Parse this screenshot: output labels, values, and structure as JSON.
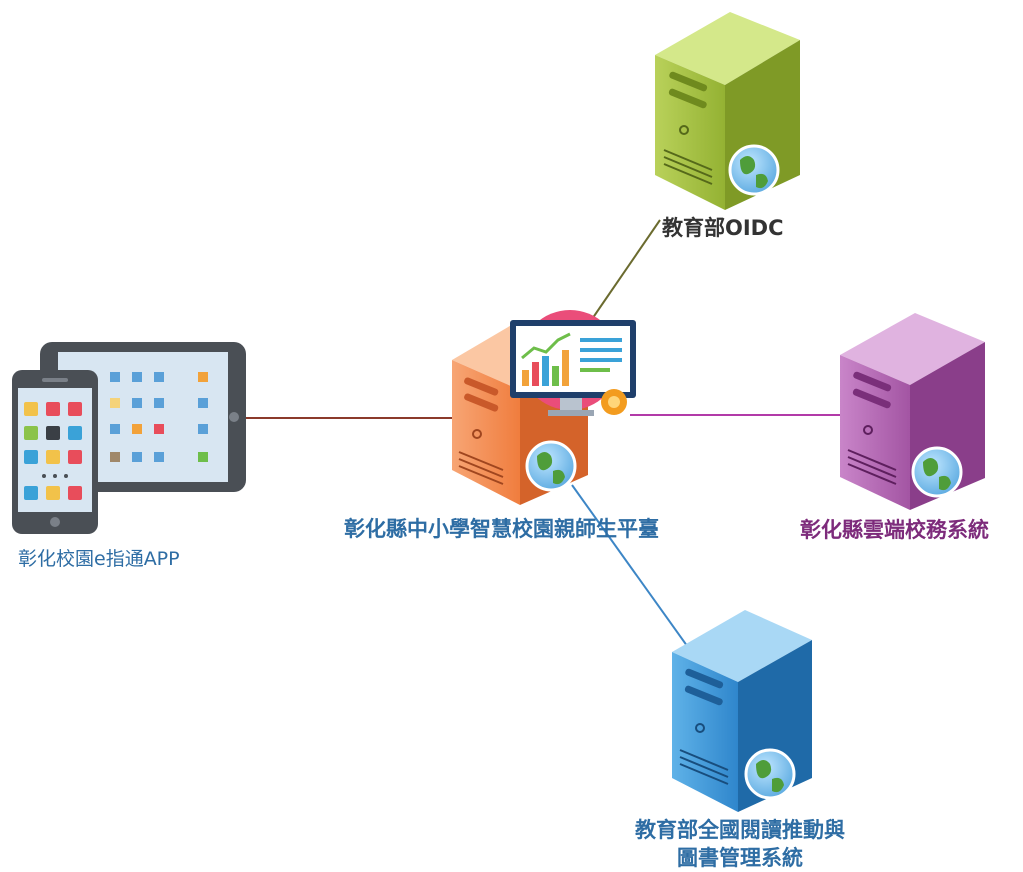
{
  "nodes": {
    "app": {
      "label": "彰化校園e指通APP",
      "color": "#2e6da4"
    },
    "oidc": {
      "label": "教育部OIDC",
      "color": "#333333",
      "server_color": "#a8c23d"
    },
    "center": {
      "label": "彰化縣中小學智慧校園親師生平臺",
      "color": "#2e6da4",
      "server_color": "#f4935a"
    },
    "cloud": {
      "label": "彰化縣雲端校務系統",
      "color": "#7d2b7b",
      "server_color": "#b462b4"
    },
    "reading": {
      "label_line1": "教育部全國閱讀推動與",
      "label_line2": "圖書管理系統",
      "color": "#2e6da4",
      "server_color": "#3d9ad8"
    }
  },
  "connections": [
    {
      "from": "app",
      "to": "center",
      "color": "#8b3a2b"
    },
    {
      "from": "center",
      "to": "oidc",
      "color": "#6b6b2f"
    },
    {
      "from": "center",
      "to": "cloud",
      "color": "#b23aa8"
    },
    {
      "from": "center",
      "to": "reading",
      "color": "#3d86c6"
    }
  ]
}
